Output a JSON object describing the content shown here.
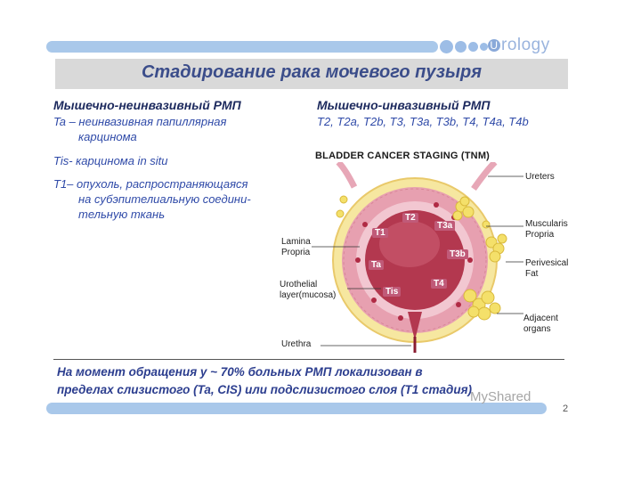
{
  "header": {
    "brand": "rology",
    "brand_initial": "U",
    "title": "Стадирование рака мочевого пузыря"
  },
  "left_column": {
    "heading": "Мышечно-неинвазивный РМП",
    "lines": [
      "Ta – неинвазивная папиллярная",
      "карцинома",
      "Tis- карцинома in situ",
      "T1– опухоль, распространяющаяся",
      "на субэпителиальную соедини-",
      "тельную ткань"
    ]
  },
  "right_column": {
    "heading": "Мышечно-инвазивный РМП",
    "stages": "T2, T2a, T2b, T3, T3a, T3b, T4, T4a, T4b"
  },
  "diagram": {
    "title": "BLADDER CANCER STAGING (TNM)",
    "labels": {
      "ureters": "Ureters",
      "muscularis_1": "Muscularis",
      "muscularis_2": "Propria",
      "perivesical_1": "Perivesical",
      "perivesical_2": "Fat",
      "adjacent_1": "Adjacent",
      "adjacent_2": "organs",
      "lamina_1": "Lamina",
      "lamina_2": "Propria",
      "urothelial_1": "Urothelial",
      "urothelial_2": "layer(mucosa)",
      "urethra": "Urethra"
    },
    "stage_tags": {
      "t2": "T2",
      "t3a": "T3a",
      "t1": "T1",
      "t3b": "T3b",
      "ta": "Ta",
      "t4": "T4",
      "tis": "Tis"
    }
  },
  "footer": {
    "note_line1": "На момент обращения у ~ 70% больных РМП локализован в",
    "note_line2": "пределах слизистого (Ta, CIS) или подслизистого слоя (T1 стадия)",
    "watermark": "MyShared",
    "page_number": "2"
  },
  "colors": {
    "accent_blue": "#a9c8ea",
    "title_text": "#3b4d8a",
    "body_text": "#2f4aa8",
    "bladder_wall": "#e9a3b3",
    "bladder_inner": "#b3384f",
    "fat": "#f3e27a"
  }
}
